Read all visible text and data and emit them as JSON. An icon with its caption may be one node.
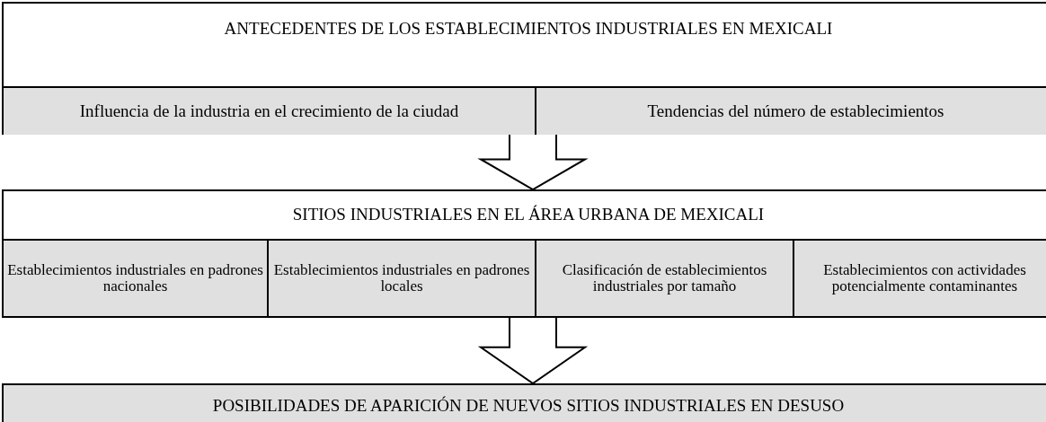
{
  "diagram": {
    "nodes": [
      {
        "text": [
          "ANTECEDENTES DE LOS ESTABLECIMIENTOS INDUSTRIALES EN MEXICALI"
        ]
      },
      {
        "text": [
          "Influencia de la industria en el crecimiento de la ciudad"
        ],
        "in": 0
      },
      {
        "text": [
          "Tendencias del número de establecimientos"
        ],
        "in": 0
      },
      {
        "text": [
          "SITIOS INDUSTRIALES EN EL ÁREA URBANA DE MEXICALI"
        ]
      },
      {
        "text": [
          "Establecimientos industriales en padrones nacionales"
        ],
        "in": 3
      },
      {
        "text": [
          "Establecimientos industriales en padrones locales"
        ],
        "in": 3
      },
      {
        "text": [
          "Clasificación de establecimientos industriales por tamaño"
        ],
        "in": 3
      },
      {
        "text": [
          "Establecimientos con actividades potencialmente contaminantes"
        ],
        "in": 3
      },
      {
        "text": [
          "POSIBILIDADES DE APARICIÓN DE NUEVOS SITIOS INDUSTRIALES EN DESUSO"
        ]
      }
    ],
    "edges": [
      {
        "from": 0,
        "to": 3,
        "arrow": "to"
      },
      {
        "from": 3,
        "to": 8,
        "arrow": "to"
      }
    ]
  }
}
